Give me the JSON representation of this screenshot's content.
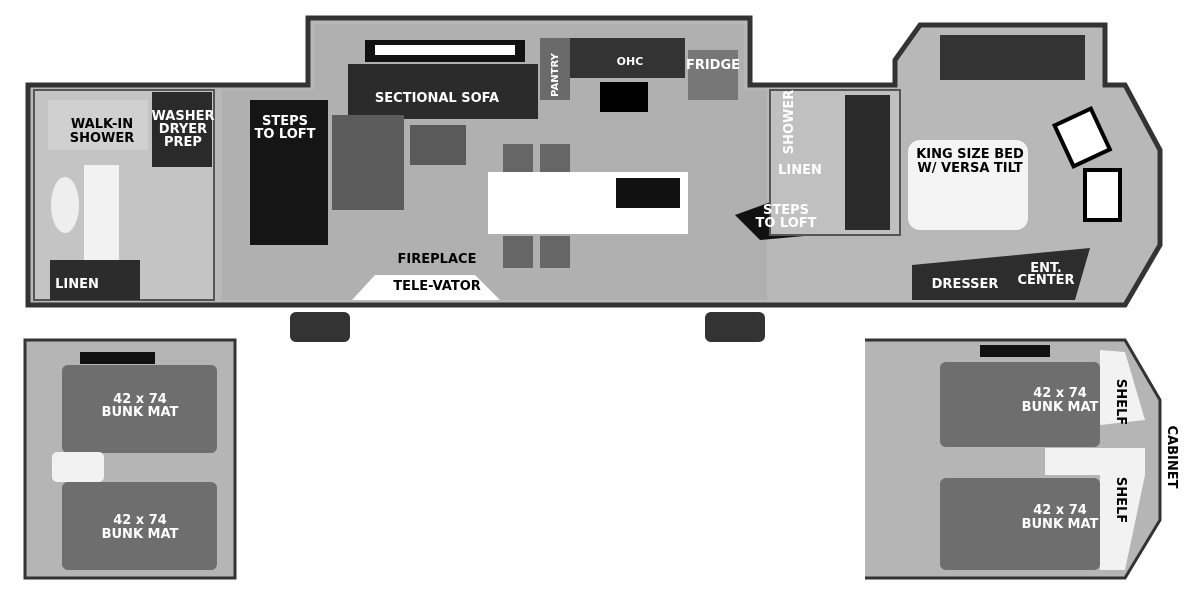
{
  "main_floor": {
    "walk_in_shower": [
      "WALK-IN",
      "SHOWER"
    ],
    "washer_dryer": [
      "WASHER",
      "DRYER",
      "PREP"
    ],
    "linen_bath": "LINEN",
    "steps_to_loft_left": [
      "STEPS",
      "TO LOFT"
    ],
    "sectional_sofa": "SECTIONAL SOFA",
    "pantry": "PANTRY",
    "ohc": "OHC",
    "fridge": "FRIDGE",
    "fireplace": "FIREPLACE",
    "tele_vator": "TELE-VATOR",
    "shower": "SHOWER",
    "linen_half_bath": "LINEN",
    "steps_to_loft_right": [
      "STEPS",
      "TO LOFT"
    ],
    "king_bed": [
      "KING SIZE BED",
      "W/ VERSA TILT"
    ],
    "dresser": "DRESSER",
    "ent_center": [
      "ENT.",
      "CENTER"
    ]
  },
  "left_loft": {
    "bunk_1": [
      "42 x 74",
      "BUNK MAT"
    ],
    "bunk_2": [
      "42 x 74",
      "BUNK MAT"
    ]
  },
  "right_loft": {
    "bunk_1": [
      "42 x 74",
      "BUNK MAT"
    ],
    "bunk_2": [
      "42 x 74",
      "BUNK MAT"
    ],
    "shelf_1": "SHELF",
    "shelf_2": "SHELF",
    "cabinet": "CABINET"
  },
  "colors": {
    "wall": "#333333",
    "floor": "#b5b5b5",
    "furniture_dark": "#2a2a2a",
    "furniture_mid": "#6e6e6e"
  }
}
